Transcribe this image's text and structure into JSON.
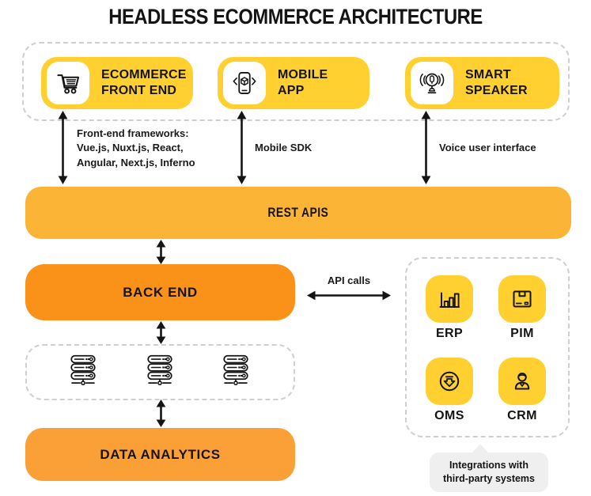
{
  "title": "HEADLESS ECOMMERCE ARCHITECTURE",
  "channels": {
    "items": [
      {
        "label": "ECOMMERCE\nFRONT END",
        "icon": "shopping-cart-icon"
      },
      {
        "label": "MOBILE\nAPP",
        "icon": "mobile-ar-icon"
      },
      {
        "label": "SMART\nSPEAKER",
        "icon": "smart-speaker-icon"
      }
    ]
  },
  "connector_notes": {
    "front_end": "Front-end frameworks:\nVue.js, Nuxt.js, React,\nAngular, Next.js, Inferno",
    "mobile": "Mobile SDK",
    "speaker": "Voice user interface",
    "api_calls": "API calls"
  },
  "layers": {
    "rest_apis": "REST APIS",
    "back_end": "BACK END",
    "data_analytics": "DATA ANALYTICS"
  },
  "infrastructure": {
    "icon": "server-icon",
    "count": 3
  },
  "integrations": {
    "items": [
      {
        "label": "ERP",
        "icon": "bar-chart-icon"
      },
      {
        "label": "PIM",
        "icon": "package-icon"
      },
      {
        "label": "OMS",
        "icon": "download-circle-icon"
      },
      {
        "label": "CRM",
        "icon": "person-icon"
      }
    ],
    "note": "Integrations with\nthird-party systems"
  },
  "colors": {
    "channel_yellow": "#FFD02F",
    "rest_amber": "#FBB435",
    "backend_orange": "#FA9119",
    "analytics_orange": "#FAA037",
    "bubble_gray": "#EFEFEF",
    "dash_gray": "#CFCFCF",
    "ink": "#141414"
  }
}
